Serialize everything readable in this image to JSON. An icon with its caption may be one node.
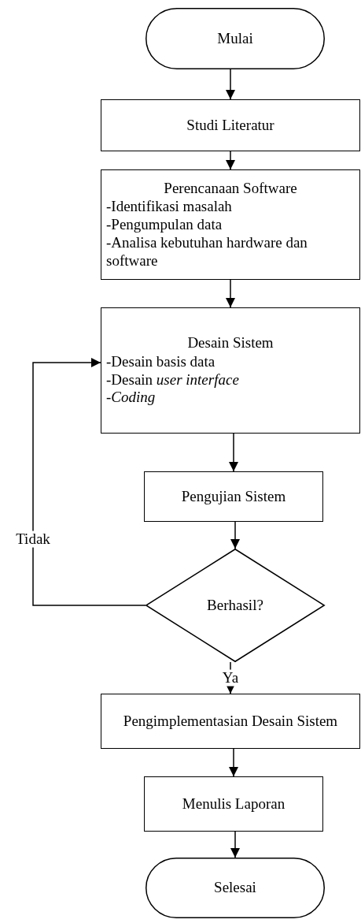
{
  "diagram": {
    "nodes": [
      {
        "text": [
          "Mulai"
        ]
      },
      {
        "text": [
          "Studi Literatur"
        ]
      },
      {
        "text": [
          "Perencanaan Software",
          "-Identifikasi masalah",
          "-Pengumpulan data",
          "-Analisa kebutuhan hardware dan software"
        ]
      },
      {
        "text": [
          "Desain Sistem",
          "-Desain basis data",
          "-Desain *user interface*",
          "-*Coding*"
        ]
      },
      {
        "text": [
          "Pengujian Sistem"
        ]
      },
      {
        "text": [
          "Berhasil?"
        ]
      },
      {
        "text": [
          "Pengimplementasian Desain Sistem"
        ]
      },
      {
        "text": [
          "Menulis Laporan"
        ]
      },
      {
        "text": [
          "Selesai"
        ]
      }
    ],
    "edges": [
      {
        "from": 0,
        "to": 1,
        "arrow": "to"
      },
      {
        "from": 1,
        "to": 2,
        "arrow": "to"
      },
      {
        "from": 2,
        "to": 3,
        "arrow": "to"
      },
      {
        "from": 3,
        "to": 4,
        "arrow": "to"
      },
      {
        "from": 4,
        "to": 5,
        "arrow": "to"
      },
      {
        "from": 5,
        "to": 3,
        "arrow": "to",
        "label": "Tidak"
      },
      {
        "from": 5,
        "to": 6,
        "arrow": "to",
        "label": "Ya"
      },
      {
        "from": 6,
        "to": 7,
        "arrow": "to"
      },
      {
        "from": 7,
        "to": 8,
        "arrow": "to"
      }
    ]
  }
}
